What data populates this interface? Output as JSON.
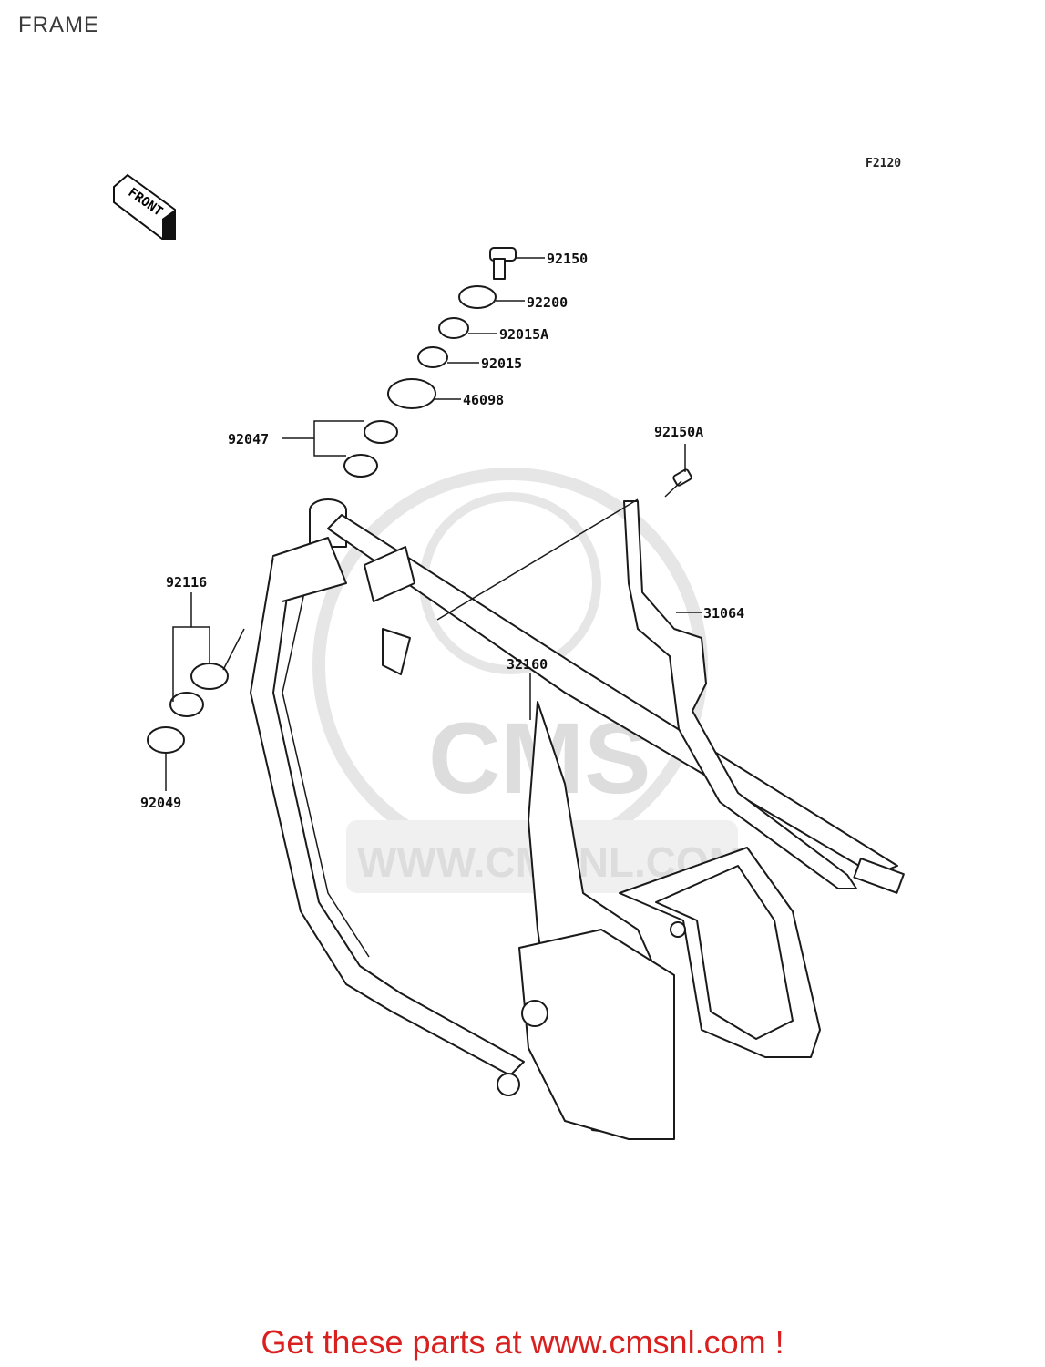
{
  "page": {
    "title": "FRAME",
    "diagram_code": "F2120",
    "cta": "Get these parts at www.cmsnl.com !"
  },
  "front_arrow": {
    "label": "FRONT",
    "icon": "front-arrow-icon"
  },
  "watermark": {
    "logo_text": "CMS",
    "url_text": "WWW.CMSNL.COM"
  },
  "parts": [
    {
      "number": "92150"
    },
    {
      "number": "92200"
    },
    {
      "number": "92015A"
    },
    {
      "number": "92015"
    },
    {
      "number": "46098"
    },
    {
      "number": "92047"
    },
    {
      "number": "92150A"
    },
    {
      "number": "92116"
    },
    {
      "number": "31064"
    },
    {
      "number": "32160"
    },
    {
      "number": "92049"
    }
  ],
  "colors": {
    "cta": "#d9201f",
    "line": "#1a1a1a",
    "watermark": "#d8d8d8"
  }
}
